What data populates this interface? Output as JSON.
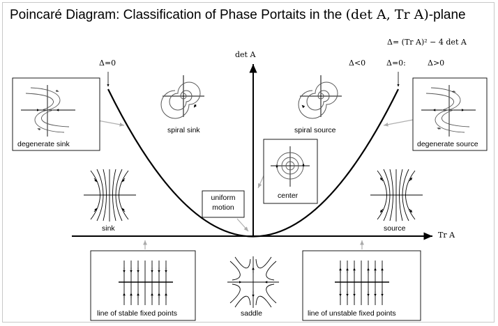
{
  "title": {
    "text_prefix": "Poincaré Diagram:  Classification of Phase Portaits in the ",
    "math": "(det A, Tr A)",
    "text_suffix": "-plane"
  },
  "formula": "Δ= (Tr A)² − 4 det A",
  "axes": {
    "y_label": "det A",
    "x_label": "Tr A"
  },
  "delta_markers": {
    "left": "Δ=0",
    "right_neg": "Δ<0",
    "right_zero": "Δ=0:",
    "right_pos": "Δ>0"
  },
  "regions": {
    "degenerate_sink": "degenerate sink",
    "spiral_sink": "spiral sink",
    "spiral_source": "spiral source",
    "degenerate_source": "degenerate source",
    "center": "center",
    "uniform_motion": "uniform motion",
    "sink": "sink",
    "source": "source",
    "line_stable": "line of stable fixed points",
    "saddle": "saddle",
    "line_unstable": "line of unstable fixed points"
  },
  "colors": {
    "ink": "#000000",
    "curve_trajectory": "#555555",
    "pointer": "#b0b0b0",
    "frame": "#c8c8c8"
  }
}
